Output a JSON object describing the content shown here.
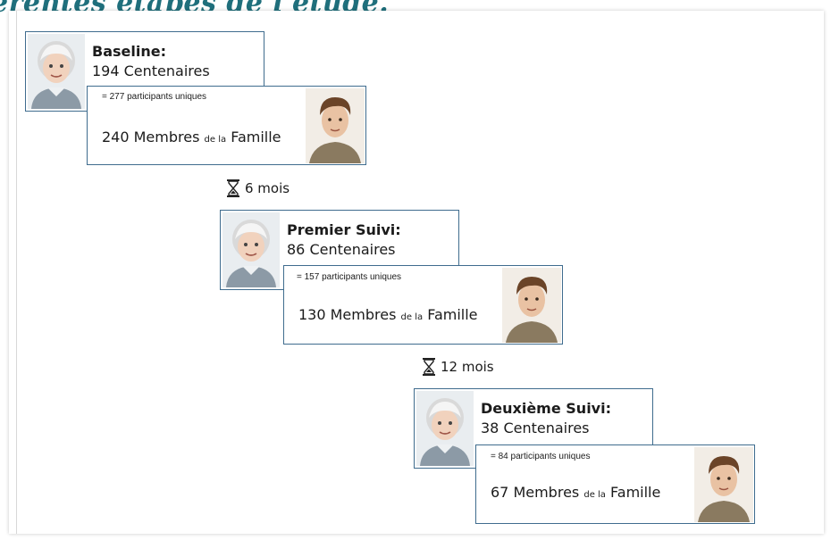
{
  "title": "érentes étapes de l'étude.",
  "stages": [
    {
      "centenarian_title": "Baseline:",
      "centenarian_count": "194 Centenaires",
      "unique_participants": "= 277 participants uniques",
      "family_count": "240 Membres",
      "family_small": "de la",
      "family_word": "Famille"
    },
    {
      "centenarian_title": "Premier Suivi:",
      "centenarian_count": "86 Centenaires",
      "unique_participants": "= 157 participants uniques",
      "family_count": "130 Membres",
      "family_small": "de la",
      "family_word": "Famille"
    },
    {
      "centenarian_title": "Deuxième Suivi:",
      "centenarian_count": "38 Centenaires",
      "unique_participants": "= 84 participants uniques",
      "family_count": "67 Membres",
      "family_small": "de la",
      "family_word": "Famille"
    }
  ],
  "intervals": [
    {
      "label": "6 mois",
      "icon": "hourglass-icon"
    },
    {
      "label": "12 mois",
      "icon": "hourglass-icon"
    }
  ],
  "colors": {
    "border": "#3f6c8e",
    "title": "#1f6f7c"
  }
}
